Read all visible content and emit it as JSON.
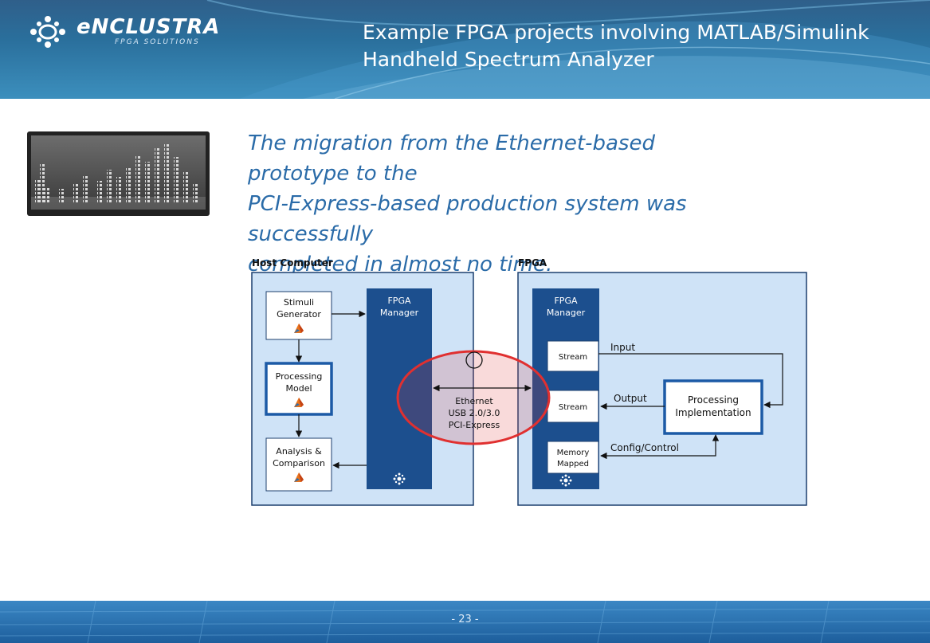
{
  "header": {
    "logo_word": "eNCLUSTRA",
    "logo_sub": "FPGA SOLUTIONS",
    "title_line1": "Example FPGA projects involving MATLAB/Simulink",
    "title_line2": "Handheld Spectrum Analyzer"
  },
  "quote": {
    "line1": "The migration from the Ethernet-based prototype to the",
    "line2": "PCI-Express-based production system was successfully",
    "line3": "completed in almost no time."
  },
  "diagram": {
    "host_label": "Host Computer",
    "fpga_label": "FPGA",
    "stimuli": [
      "Stimuli",
      "Generator"
    ],
    "processing_model": [
      "Processing",
      "Model"
    ],
    "analysis": [
      "Analysis &",
      "Comparison"
    ],
    "host_manager": [
      "FPGA",
      "Manager"
    ],
    "fpga_manager": [
      "FPGA",
      "Manager"
    ],
    "stream_in": "Stream",
    "stream_out": "Stream",
    "memory_mapped": [
      "Memory",
      "Mapped"
    ],
    "processing_impl": [
      "Processing",
      "Implementation"
    ],
    "input_label": "Input",
    "output_label": "Output",
    "config_label": "Config/Control",
    "link": [
      "Ethernet",
      "USB 2.0/3.0",
      "PCI-Express"
    ]
  },
  "footer": {
    "page": "- 23 -"
  },
  "colors": {
    "header_blue": "#2a6f9c",
    "quote_blue": "#2a6ba8",
    "diagram_panel": "#cfe3f7",
    "manager_blue": "#1c4f8e",
    "highlight_red": "#e03030"
  }
}
